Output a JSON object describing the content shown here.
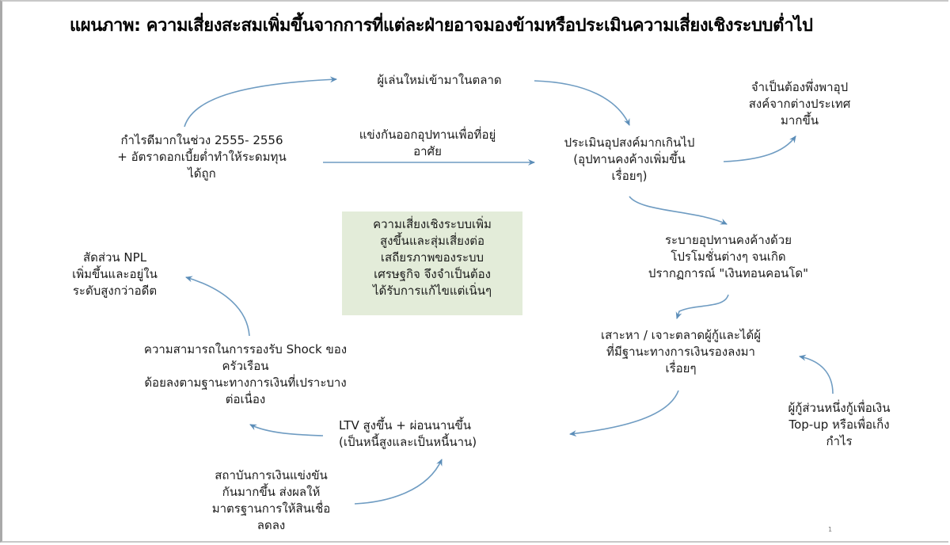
{
  "title": "แผนภาพ: ความเสี่ยงสะสมเพิ่มขึ้นจากการที่แต่ละฝ่ายอาจมองข้ามหรือประเมินความเสี่ยงเชิงระบบต่ำไป",
  "colors": {
    "arrow": "#5b8db8",
    "center_box": "#e3ecd9",
    "text": "#1a1a1a"
  },
  "nodes": {
    "profit": "กำไรดีมากในช่วง   2555- 2556\n+ อัตราดอกเบี้ยต่ำทำให้ระดมทุน\nได้ถูก",
    "new_players": "ผู้เล่นใหม่เข้ามาในตลาด",
    "compete_supply": "แข่งกันออกอุปทานเพื่อที่อยู่\nอาศัย",
    "overestimate": "ประเมินอุปสงค์มากเกินไป\n(อุปทานคงค้างเพิ่มขึ้น\nเรื่อยๆ)",
    "foreign_demand": "จำเป็นต้องพึ่งพาอุป\nสงค์จากต่างประเทศ\nมากขึ้น",
    "center_risk": "ความเสี่ยงเชิงระบบเพิ่ม\nสูงขึ้นและสุ่มเสี่ยงต่อ\nเสถียรภาพของระบบ\nเศรษฐกิจ   จึงจำเป็นต้อง\nได้รับการแก้ไขแต่เนิ่นๆ",
    "promo": "ระบายอุปทานคงค้างด้วย\nโปรโมชั่นต่างๆ   จนเกิด\nปรากฏการณ์   \"เงินทอนคอนโด\"",
    "seek_borrowers": "เสาะหา   / เจาะตลาดผู้กู้และได้ผู้\nที่มีฐานะทางการเงินรองลงมา\nเรื่อยๆ",
    "topup": "ผู้กู้ส่วนหนึ่งกู้เพื่อเงิน\nTop-up หรือเพื่อเก็ง\nกำไร",
    "ltv": "LTV สูงขึ้น   + ผ่อนนานขึ้น\n(เป็นหนี้สูงและเป็นหนี้นาน)",
    "fi_compete": "สถาบันการเงินแข่งขัน\nกันมากขึ้น   ส่งผลให้\nมาตรฐานการให้สินเชื่อ\nลดลง",
    "shock": "ความสามารถในการรองรับ   Shock ของ\nครัวเรือน\nด้อยลงตามฐานะทางการเงินที่เปราะบาง\nต่อเนื่อง",
    "npl": "สัดส่วน   NPL\nเพิ่มขึ้นและอยู่ใน\nระดับสูงกว่าอดีต"
  },
  "page_number": "1"
}
